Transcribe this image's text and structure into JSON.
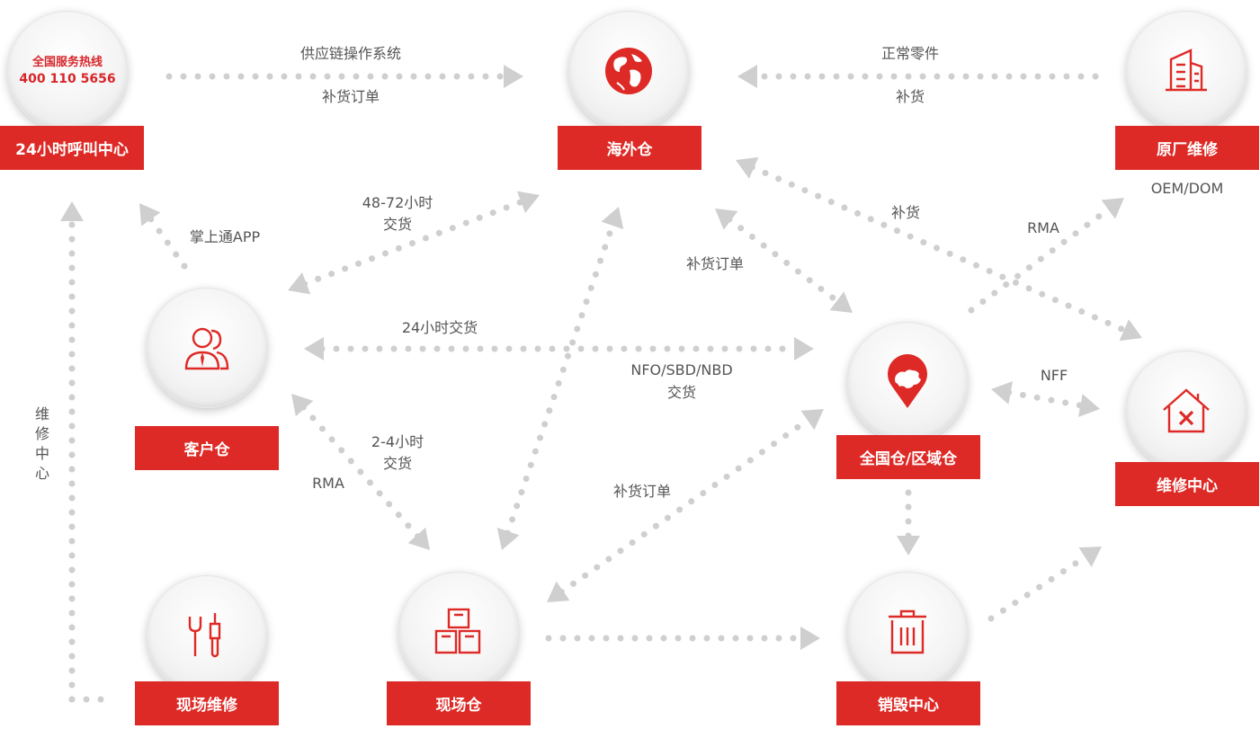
{
  "nodes": {
    "call_center": {
      "tag": "24小时呼叫中心",
      "hotline_line1": "全国服务热线",
      "hotline_line2": "400 110 5656"
    },
    "overseas_warehouse": {
      "tag": "海外仓",
      "icon": "globe-icon"
    },
    "oem_repair": {
      "tag": "原厂维修",
      "icon": "building-icon"
    },
    "customer_warehouse": {
      "tag": "客户仓",
      "icon": "people-icon"
    },
    "national_warehouse": {
      "tag": "全国仓/区域仓",
      "icon": "china-map-pin-icon"
    },
    "repair_center": {
      "tag": "维修中心",
      "icon": "house-tools-icon"
    },
    "field_repair": {
      "tag": "现场维修",
      "icon": "wrench-screwdriver-icon"
    },
    "field_warehouse": {
      "tag": "现场仓",
      "icon": "boxes-icon"
    },
    "destruction_center": {
      "tag": "销毁中心",
      "icon": "trash-bin-icon"
    }
  },
  "edge_labels": {
    "supply_chain_system": "供应链操作系统",
    "replenish_order_top": "补货订单",
    "normal_parts": "正常零件",
    "replenish_top": "补货",
    "oem_dom": "OEM/DOM",
    "delivery_48_72_line1": "48-72小时",
    "delivery_48_72_line2": "交货",
    "app": "掌上通APP",
    "replenish_diag": "补货",
    "rma_upper": "RMA",
    "replenish_order_mid": "补货订单",
    "delivery_24h": "24小时交货",
    "nfo_line1": "NFO/SBD/NBD",
    "nfo_line2": "交货",
    "nff": "NFF",
    "delivery_2_4_line1": "2-4小时",
    "delivery_2_4_line2": "交货",
    "rma_lower": "RMA",
    "replenish_order_low": "补货订单",
    "repair_center_vertical": "维修中心"
  },
  "colors": {
    "accent": "#de2a26",
    "dots": "#cfcfcf",
    "text": "#555555"
  }
}
